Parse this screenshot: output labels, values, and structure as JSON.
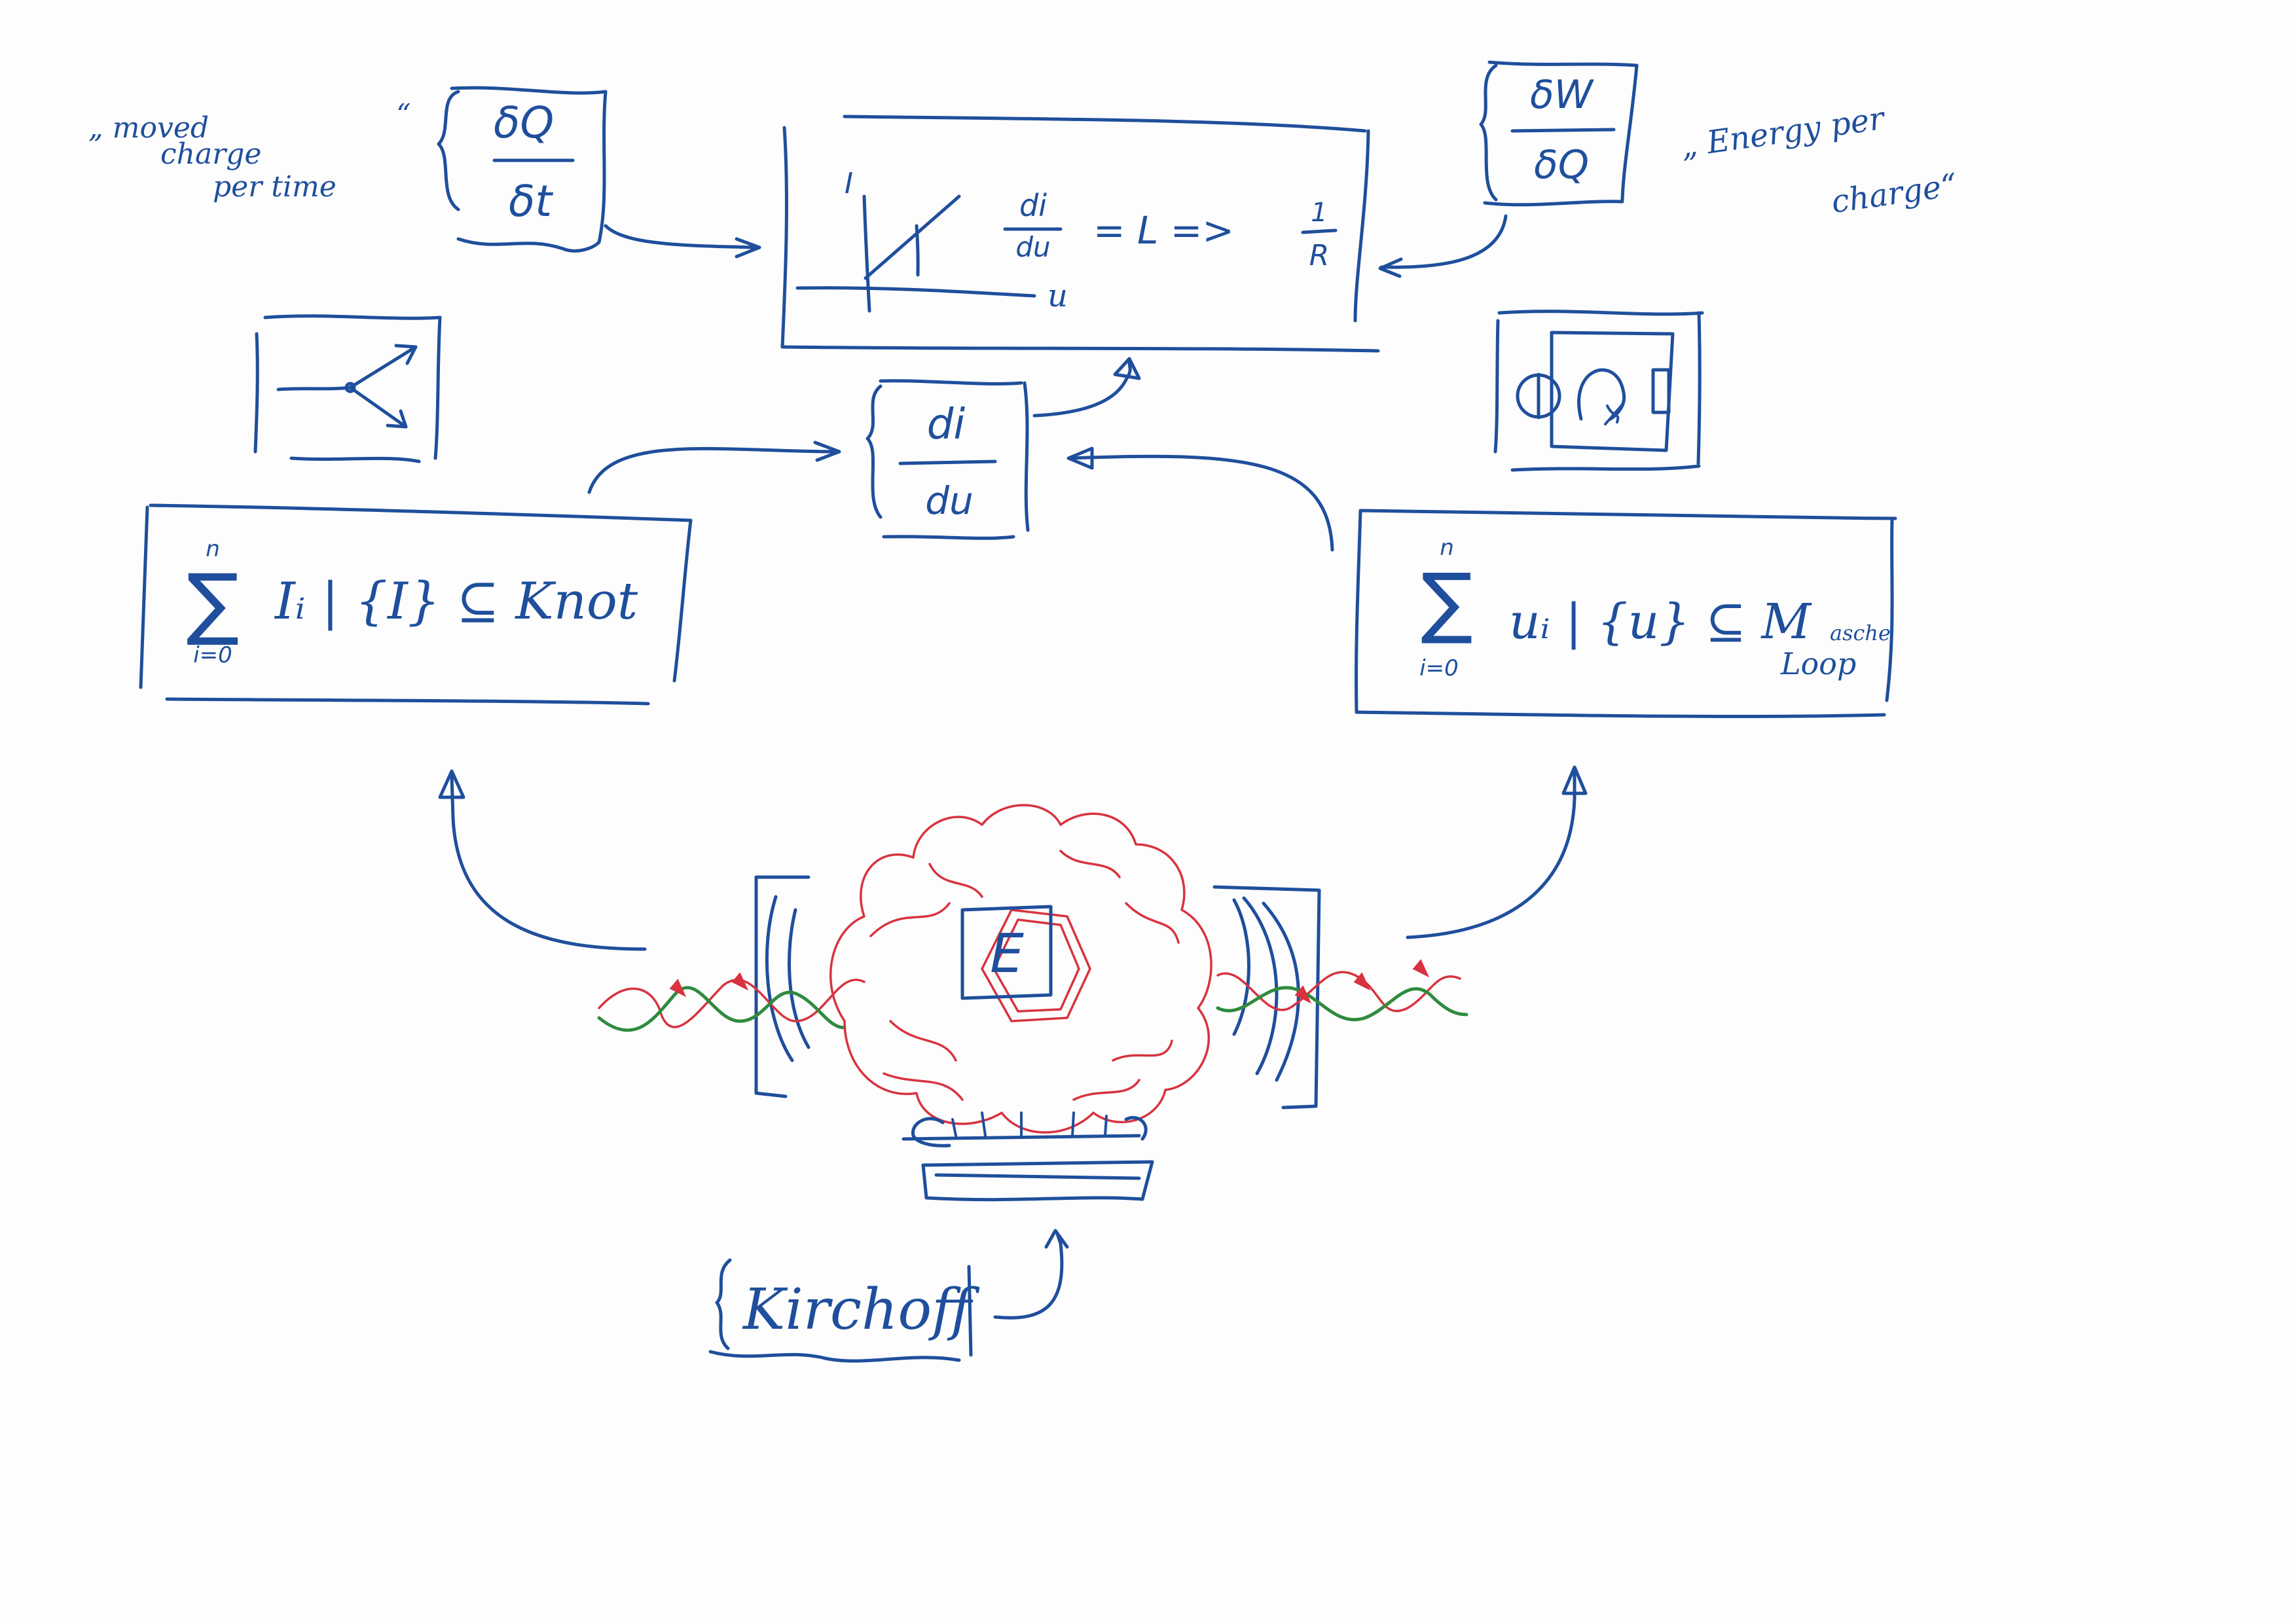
{
  "notes": {
    "moved_charge_line1": "„ moved",
    "moved_charge_line2": "charge",
    "moved_charge_line3": "per time",
    "moved_charge_close": "“",
    "energy_line1": "„ Energy per",
    "energy_line2": "charge“"
  },
  "current_fraction": {
    "numerator": "δQ",
    "denominator": "δt"
  },
  "energy_fraction": {
    "numerator": "δW",
    "denominator": "δQ"
  },
  "center_box": {
    "axis_y": "I",
    "axis_x": "u",
    "frac_num": "di",
    "frac_den": "du",
    "equals_l": "= L =>",
    "inv_num": "1",
    "inv_den": "R"
  },
  "mid_fraction": {
    "numerator": "di",
    "denominator": "du"
  },
  "left_rule": {
    "sum_top": "n",
    "sum_symbol": "∑",
    "sum_bottom": "i=0",
    "text": "Iᵢ | {I} ⊆ Knot"
  },
  "right_rule": {
    "sum_top": "n",
    "sum_symbol": "∑",
    "sum_bottom": "i=0",
    "text": "uᵢ | {u} ⊆ M",
    "subscript": "asche",
    "subscript2": "Loop"
  },
  "core": {
    "letter": "E"
  },
  "kirchhoff": {
    "label": "Kirchoff"
  }
}
